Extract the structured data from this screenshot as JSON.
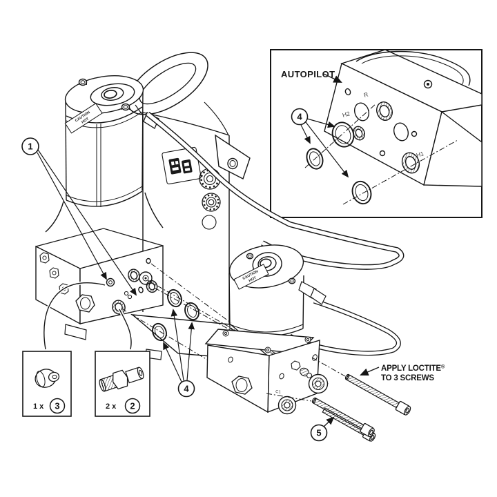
{
  "diagram": {
    "type": "exploded-parts-diagram",
    "background_color": "#ffffff",
    "line_color": "#151515",
    "inset": {
      "title": "AUTOPILOT",
      "callout": "4",
      "ports": {
        "r": "R",
        "h2": "H2",
        "h1": "H1"
      }
    },
    "callouts": {
      "fittings_group": "1",
      "orings_main": "4",
      "screws": "5"
    },
    "parts_boxes": {
      "plug": {
        "qty": "1 x",
        "callout": "3"
      },
      "fitting": {
        "qty": "2 x",
        "callout": "2"
      }
    },
    "warning_label": {
      "line1": "CAUTION",
      "line2": "HOT"
    },
    "note": {
      "line1": "APPLY LOCTITE",
      "registered": "®",
      "line2": "TO 3 SCREWS"
    },
    "block_marking": "C1"
  }
}
